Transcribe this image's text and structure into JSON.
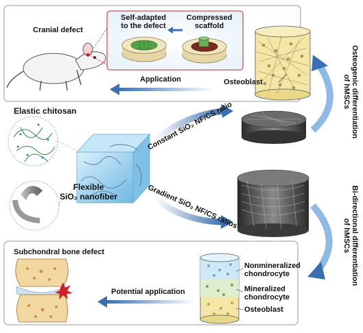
{
  "top_panel": {
    "cranial_defect": "Cranial defect",
    "self_adapted_line1": "Self-adapted",
    "self_adapted_line2": "to the defect",
    "compressed_line1": "Compressed",
    "compressed_line2": "scaffold",
    "application": "Application",
    "osteoblast": "Osteoblast"
  },
  "side_labels": {
    "osteogenic_line1": "Osteogenic differentiation",
    "osteogenic_line2": "of hMSCs",
    "bidirectional_line1": "Bi-directional differentiation",
    "bidirectional_line2": "of hMSCs"
  },
  "middle": {
    "elastic_chitosan": "Elastic chitosan",
    "flexible_line1": "Flexible",
    "flexible_line2": "SiO₂ nanofiber",
    "constant_ratio": "Constant SiO₂ NF/CS ratio",
    "gradient_ratio": "Gradient SiO₂ NF/CS ratios"
  },
  "bottom_panel": {
    "subchondral": "Subchondral bone defect",
    "potential_application": "Potential application",
    "nonmineralized_line1": "Nonmineralized",
    "nonmineralized_line2": "chondrocyte",
    "mineralized_line1": "Mineralized",
    "mineralized_line2": "chondrocyte",
    "osteoblast": "Osteoblast"
  },
  "colors": {
    "panel_border": "#9a9a9a",
    "arrow_blue": "#3a6fb0",
    "scaffold_yellow": "#f3e6a6",
    "cube_blue": "#9fd3ef",
    "inset_border": "#d02027"
  }
}
